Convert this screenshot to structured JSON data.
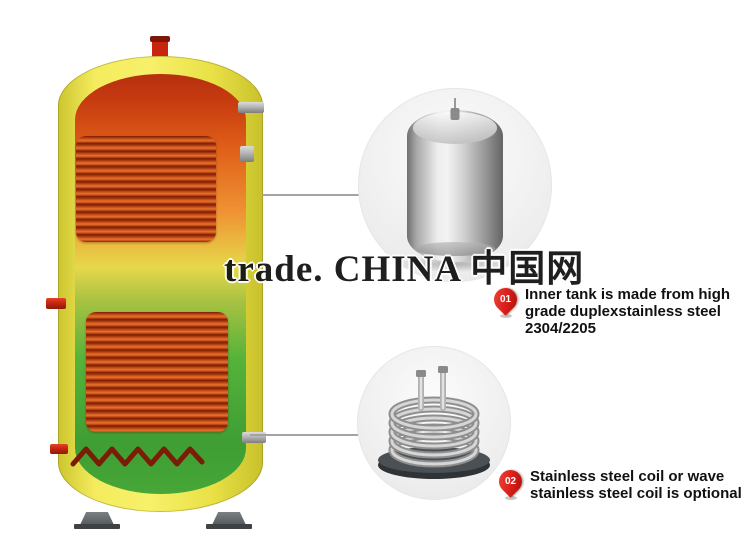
{
  "watermark": {
    "text": "trade. CHINA 中国网"
  },
  "annotations": [
    {
      "number": "01",
      "text": "Inner tank is made from high grade duplexstainless steel 2304/2205"
    },
    {
      "number": "02",
      "text": "Stainless steel coil or wave stainless steel coil is optional"
    }
  ],
  "colors": {
    "pin-red": "#d91e18",
    "shell-yellow": "#f7f06a",
    "coil-dark": "#7a1c06",
    "coil-light": "#e8732e",
    "inner-top-red": "#c63a10",
    "inner-orange": "#ef9334",
    "inner-yellow": "#e6d84a",
    "inner-green": "#55b23a",
    "inner-deep-green": "#3f9e34",
    "pipe-red": "#c8250f",
    "pipe-silver": "#b5b5b5",
    "connector-gray": "#a3a3a3",
    "circle-bg": "#ededed",
    "steel-light": "#f2f2f2",
    "steel-dark": "#707070",
    "text-dark": "#111111"
  }
}
